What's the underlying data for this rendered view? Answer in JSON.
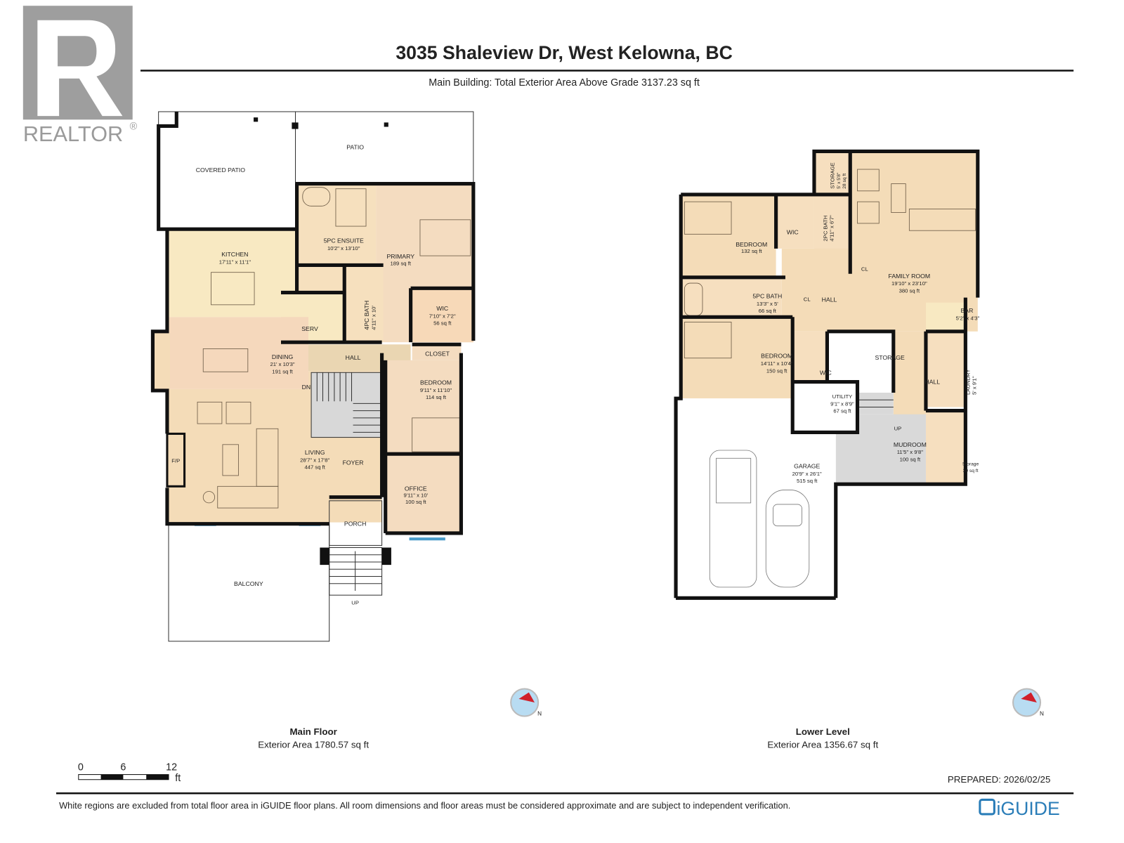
{
  "header": {
    "title": "3035 Shaleview Dr, West Kelowna, BC",
    "subtitle": "Main Building: Total Exterior Area Above Grade 3137.23 sq ft"
  },
  "logo": {
    "realtor": "REALTOR",
    "realtor_mark": "®",
    "iguide": "iGUIDE"
  },
  "main_floor": {
    "name": "Main Floor",
    "area": "Exterior Area 1780.57 sq ft",
    "rooms": {
      "covered_patio": {
        "label": "COVERED PATIO"
      },
      "patio": {
        "label": "PATIO"
      },
      "ensuite": {
        "label": "5PC ENSUITE",
        "dims": "10'2\" x 13'10\""
      },
      "kitchen": {
        "label": "KITCHEN",
        "dims": "17'11\" x 11'1\""
      },
      "primary": {
        "label": "PRIMARY",
        "area": "189 sq ft"
      },
      "wic": {
        "label": "WIC",
        "dims": "7'10\" x 7'2\"",
        "area": "56 sq ft"
      },
      "bath4": {
        "label": "4PC BATH",
        "dims": "4'11\" x 10'"
      },
      "serv": {
        "label": "SERV"
      },
      "dining": {
        "label": "DINING",
        "dims": "21' x 10'3\"",
        "area": "191 sq ft"
      },
      "hall": {
        "label": "HALL"
      },
      "closet": {
        "label": "CLOSET"
      },
      "bedroom": {
        "label": "BEDROOM",
        "dims": "9'11\" x 11'10\"",
        "area": "114 sq ft"
      },
      "living": {
        "label": "LIVING",
        "dims": "28'7\" x 17'8\"",
        "area": "447 sq ft"
      },
      "foyer": {
        "label": "FOYER"
      },
      "office": {
        "label": "OFFICE",
        "dims": "9'11\" x 10'",
        "area": "100 sq ft"
      },
      "porch": {
        "label": "PORCH"
      },
      "balcony": {
        "label": "BALCONY"
      },
      "fireplace": {
        "label": "F/P"
      },
      "stairs_down": {
        "label": "DN"
      },
      "stairs_up": {
        "label": "UP"
      }
    }
  },
  "lower_level": {
    "name": "Lower Level",
    "area": "Exterior Area 1356.67 sq ft",
    "rooms": {
      "storage_top": {
        "label": "STORAGE",
        "dims": "5' x 5'8\"",
        "area": "28 sq ft"
      },
      "bedroom1": {
        "label": "BEDROOM",
        "area": "132 sq ft"
      },
      "wic1": {
        "label": "WIC"
      },
      "bath2": {
        "label": "2PC BATH",
        "dims": "4'11\" x 6'7\""
      },
      "cl1": {
        "label": "CL"
      },
      "cl2": {
        "label": "CL"
      },
      "family": {
        "label": "FAMILY ROOM",
        "dims": "19'10\" x 23'10\"",
        "area": "380 sq ft"
      },
      "hall1": {
        "label": "HALL"
      },
      "bath5": {
        "label": "5PC BATH",
        "dims": "13'3\" x 5'",
        "area": "66 sq ft"
      },
      "bar": {
        "label": "BAR",
        "dims": "5'2\" x 4'3\""
      },
      "bedroom2": {
        "label": "BEDROOM",
        "dims": "14'11\" x 10'4\"",
        "area": "150 sq ft"
      },
      "wic2": {
        "label": "WIC"
      },
      "storage_mid": {
        "label": "STORAGE"
      },
      "hall2": {
        "label": "HALL"
      },
      "laundry": {
        "label": "LAUNDRY",
        "dims": "5' x 9'1\""
      },
      "utility": {
        "label": "UTILITY",
        "dims": "9'1\" x 8'9\"",
        "area": "67 sq ft"
      },
      "stairs_up": {
        "label": "UP"
      },
      "mudroom": {
        "label": "MUDROOM",
        "dims": "11'5\" x 9'8\"",
        "area": "100 sq ft"
      },
      "storage_small": {
        "label": "Storage",
        "area": "30 sq ft"
      },
      "garage": {
        "label": "GARAGE",
        "dims": "20'9\" x 26'1\"",
        "area": "515 sq ft"
      }
    }
  },
  "compass": {
    "north_label": "N"
  },
  "scale": {
    "ticks": [
      "0",
      "6",
      "12"
    ],
    "unit": "ft"
  },
  "prepared": "PREPARED: 2026/02/25",
  "disclaimer": "White regions are excluded from total floor area in iGUIDE floor plans. All room dimensions and floor areas must be considered approximate and are subject to independent verification.",
  "colors": {
    "room_fill": "#f4dcb8",
    "kitchen_fill": "#f8e9c2",
    "dining_fill": "#f5d8bc",
    "hall_fill": "#ead6b2",
    "grey_fill": "#d9d9d9",
    "window": "#4a9cc9",
    "compass_red": "#d0202a"
  }
}
